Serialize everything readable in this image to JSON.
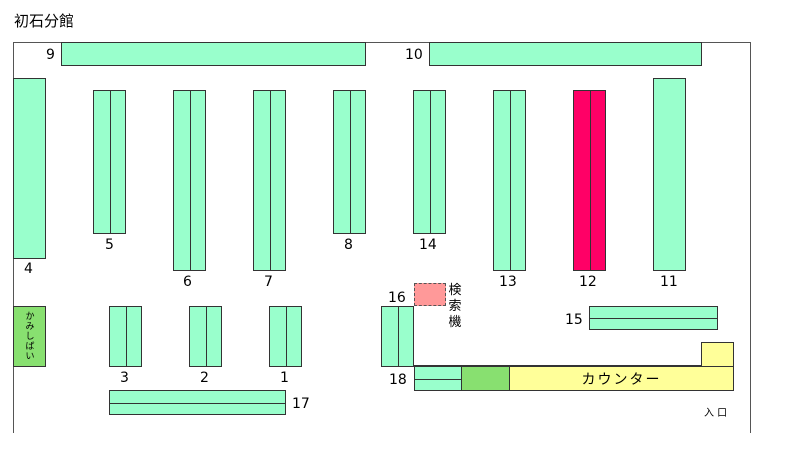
{
  "title": "初石分館",
  "shelves": {
    "s1": "1",
    "s2": "2",
    "s3": "3",
    "s4": "4",
    "s5": "5",
    "s6": "6",
    "s7": "7",
    "s8": "8",
    "s9": "9",
    "s10": "10",
    "s11": "11",
    "s12": "12",
    "s13": "13",
    "s14": "14",
    "s15": "15",
    "s16": "16",
    "s17": "17",
    "s18": "18"
  },
  "highlighted_shelf": "12",
  "magazine_label": "かみしばい",
  "terminal_label": "検索機",
  "counter_label": "カウンター",
  "entrance_label": "入 口",
  "colors": {
    "shelf": "#99ffcc",
    "highlight": "#ff0066",
    "counter": "#ffff99",
    "terminal": "#ff9999",
    "magazine": "#88e070"
  }
}
